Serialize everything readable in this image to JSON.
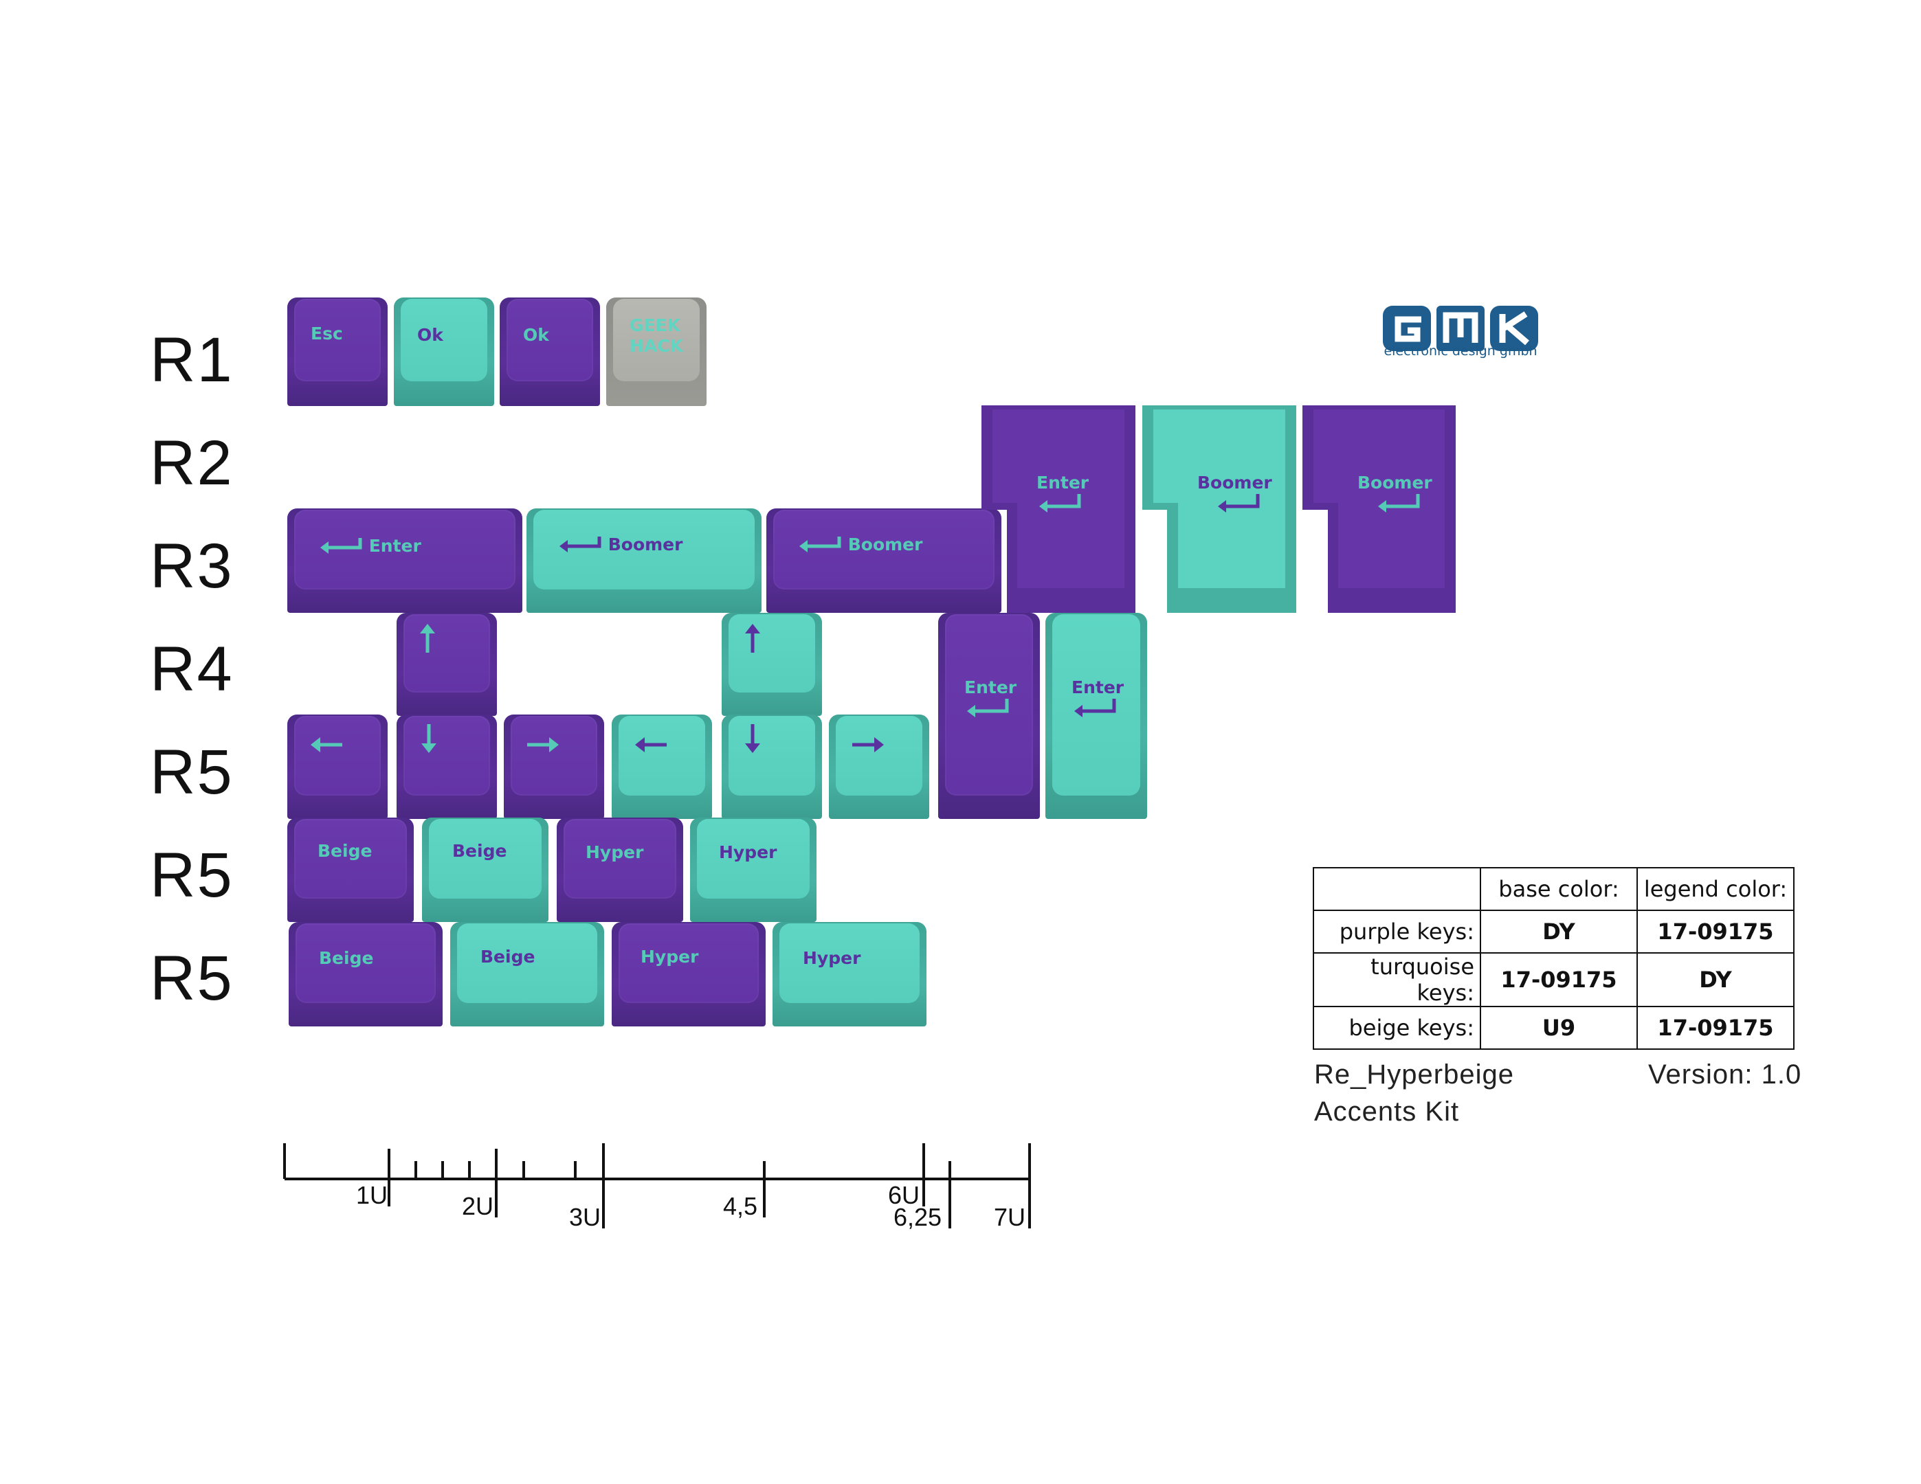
{
  "rows": [
    "R1",
    "R2",
    "R3",
    "R4",
    "R5",
    "R5",
    "R5"
  ],
  "keys": {
    "r1": [
      "Esc",
      "Ok",
      "Ok",
      "GEEK HACK"
    ],
    "r3": [
      "Enter",
      "Boomer",
      "Boomer"
    ],
    "r2_iso": [
      "Enter",
      "Boomer",
      "Boomer"
    ],
    "r4_tall": [
      "Enter",
      "Enter"
    ],
    "mod1": [
      "Beige",
      "Beige",
      "Hyper",
      "Hyper"
    ],
    "mod2": [
      "Beige",
      "Beige",
      "Hyper",
      "Hyper"
    ]
  },
  "logo": {
    "brand": "GMK",
    "subtitle": "electronic design gmbh"
  },
  "table": {
    "headers": [
      "",
      "base color:",
      "legend color:"
    ],
    "rows": [
      [
        "purple keys:",
        "DY",
        "17-09175"
      ],
      [
        "turquoise keys:",
        "17-09175",
        "DY"
      ],
      [
        "beige keys:",
        "U9",
        "17-09175"
      ]
    ]
  },
  "kit": {
    "name_line1": "Re_Hyperbeige",
    "name_line2": "Accents Kit",
    "version": "Version: 1.0"
  },
  "ruler": [
    "1U",
    "2U",
    "3U",
    "4,5",
    "6U",
    "6,25",
    "7U"
  ],
  "colors": {
    "purple": "#6334a5",
    "turquoise": "#57cdbb",
    "beige": "#adada7"
  }
}
